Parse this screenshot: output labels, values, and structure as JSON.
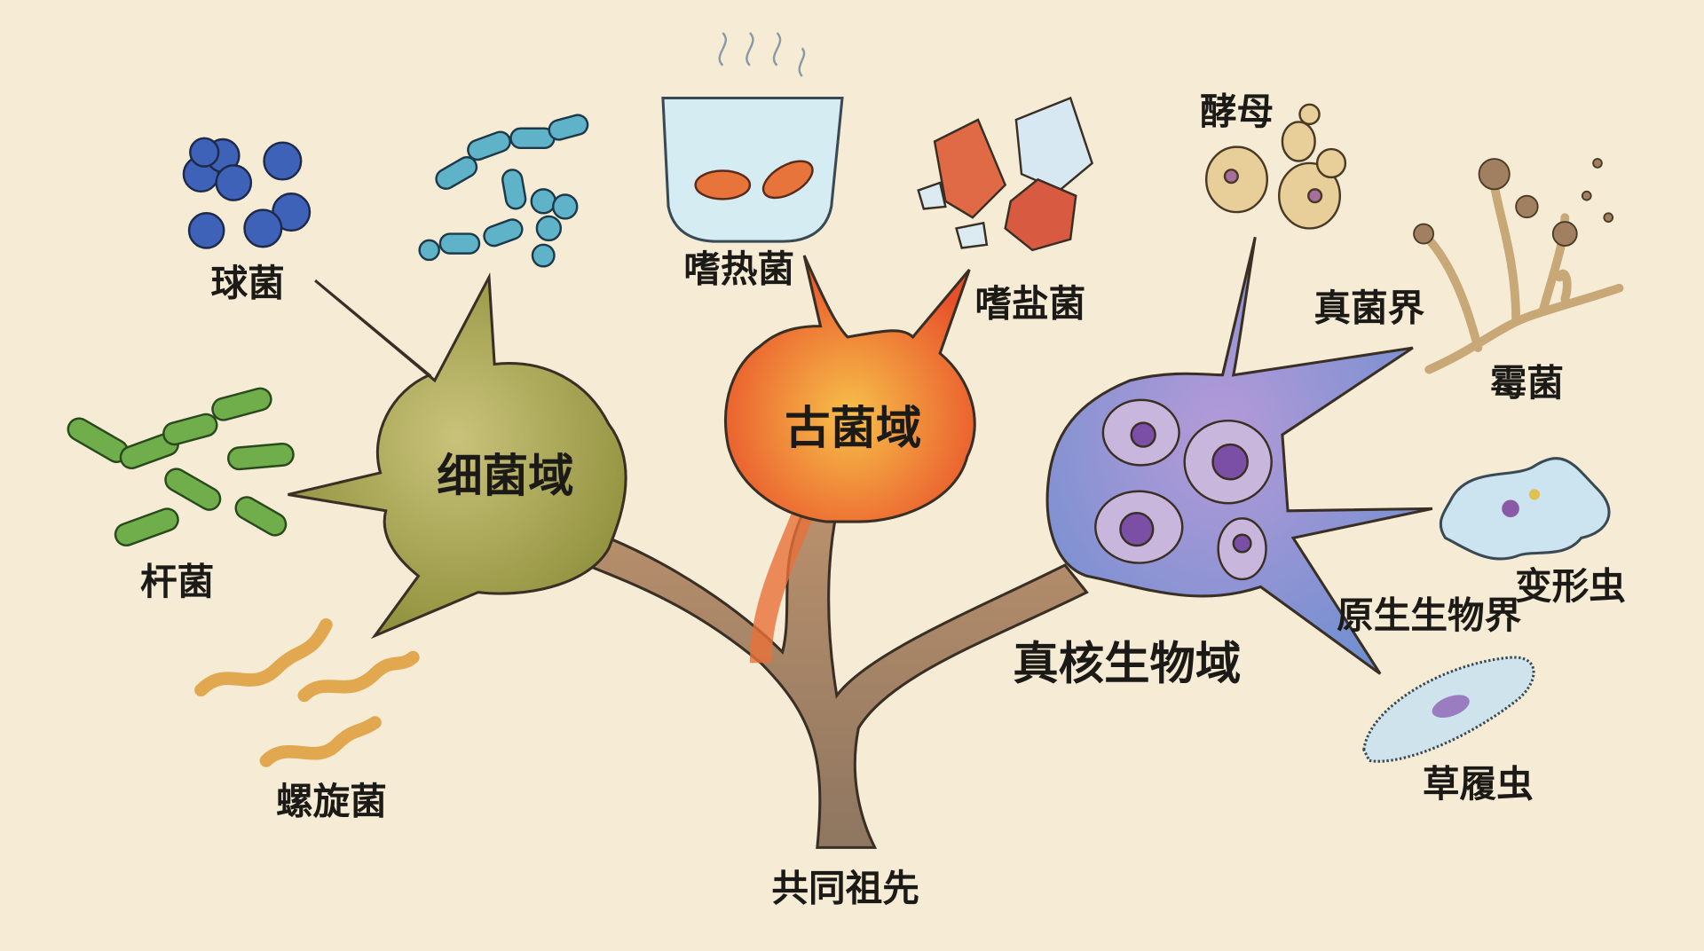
{
  "title": "生命三域系统树",
  "root": {
    "label": "共同祖先"
  },
  "domains": [
    {
      "label": "细菌域",
      "color": "#a8a54a",
      "examples": [
        "球菌",
        "杆菌",
        "螺旋菌"
      ]
    },
    {
      "label": "古菌域",
      "color": "#f07a2c",
      "examples": [
        "嗜热菌",
        "嗜盐菌"
      ]
    },
    {
      "label": "真核生物域",
      "color": "#8a86d0",
      "kingdoms": [
        {
          "label": "真菌界",
          "examples": [
            "酵母",
            "霉菌"
          ]
        },
        {
          "label": "原生生物界",
          "examples": [
            "变形虫",
            "草履虫"
          ]
        }
      ]
    }
  ],
  "colors": {
    "background": "#f6ecd6",
    "bacteria": "#a8a54a",
    "archaea": "#f07a2c",
    "eukarya": "#8a86d0",
    "trunk": "#9c7d5c"
  }
}
